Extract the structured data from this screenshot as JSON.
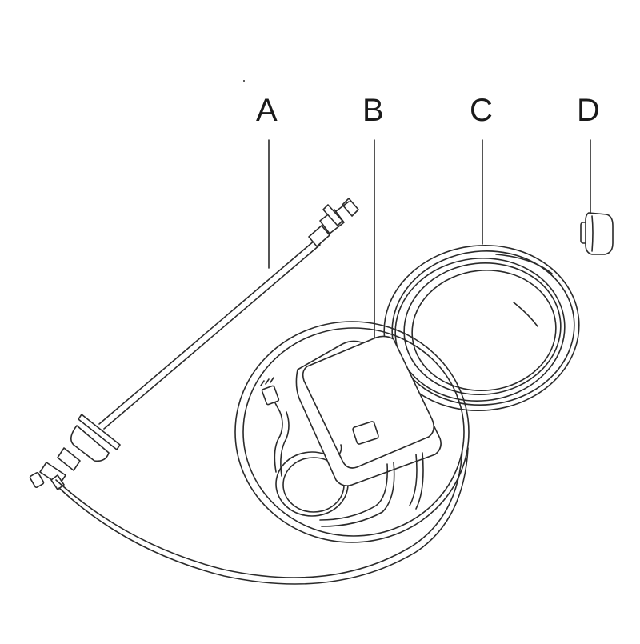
{
  "labels": {
    "a": "A",
    "b": "B",
    "c": "C",
    "d": "D"
  },
  "parts": [
    {
      "id": "A",
      "icon": "probe-rod-with-fittings-icon"
    },
    {
      "id": "B",
      "icon": "control-box-with-coiled-cable-icon"
    },
    {
      "id": "C",
      "icon": "coiled-tubing-icon"
    },
    {
      "id": "D",
      "icon": "clip-icon"
    }
  ],
  "colors": {
    "line": "#2a2a2a",
    "background": "#ffffff"
  }
}
